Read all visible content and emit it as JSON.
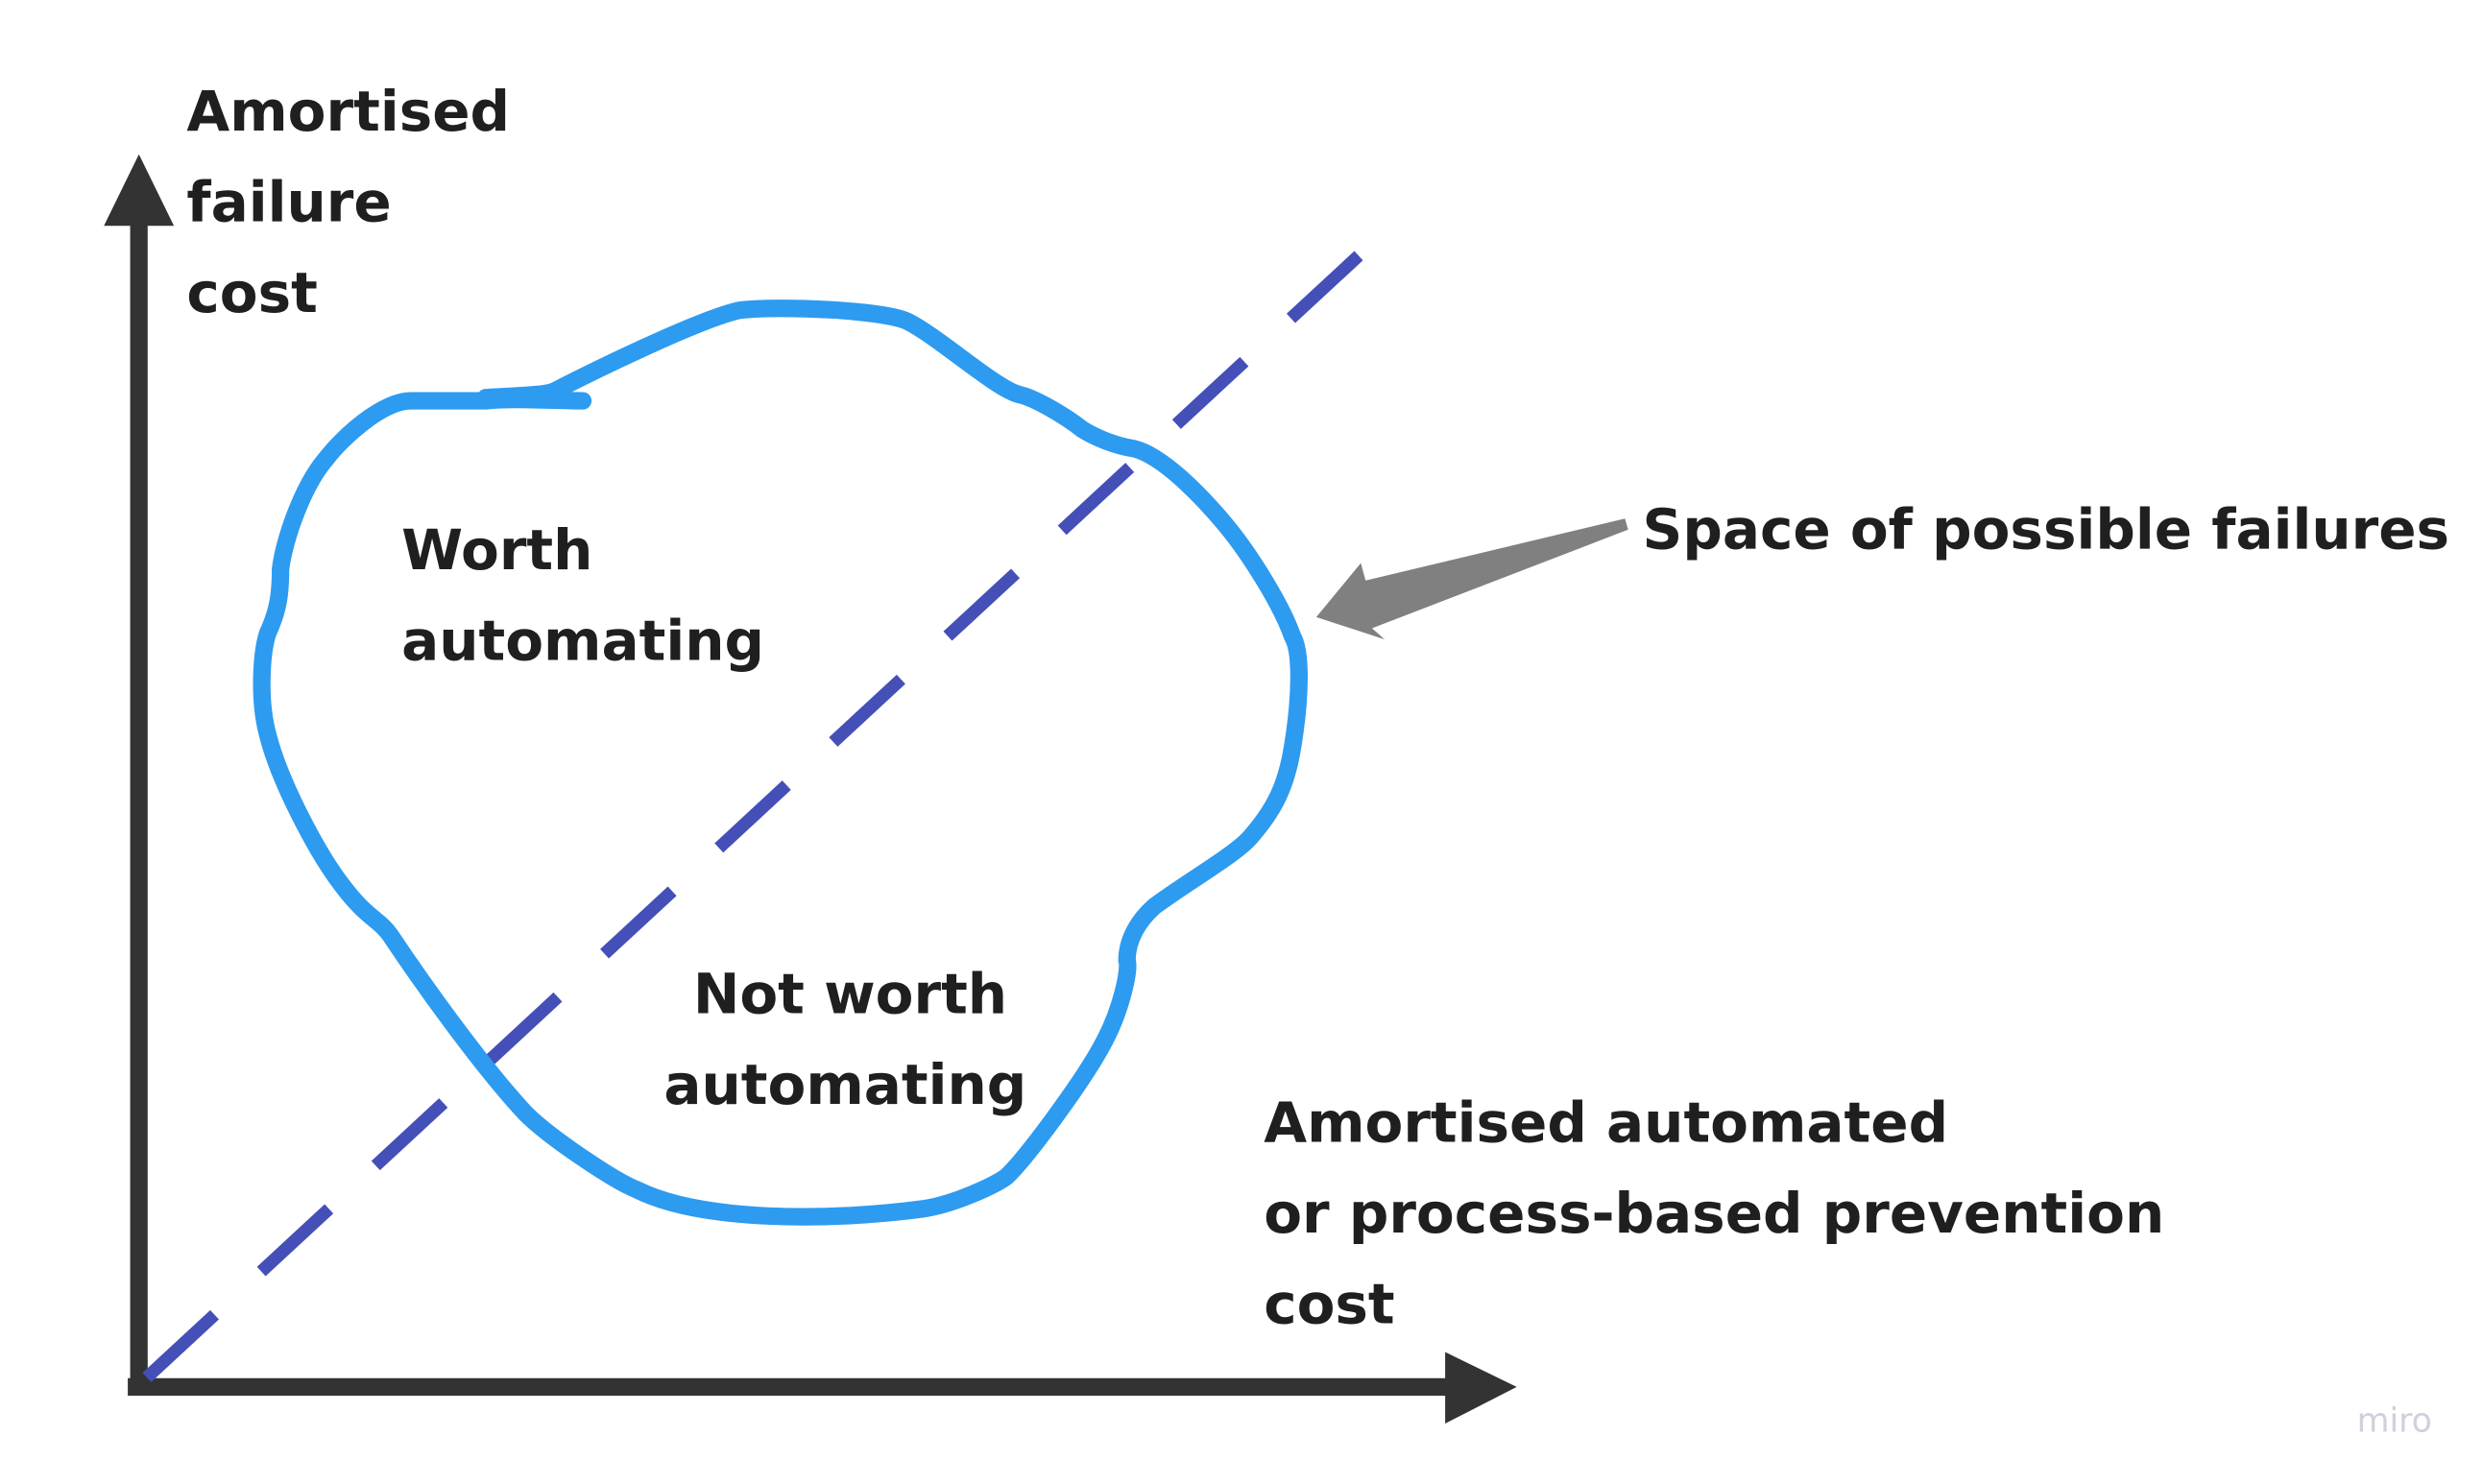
{
  "y_axis_label": [
    "Amortised",
    "failure",
    "cost"
  ],
  "x_axis_label": [
    "Amortised automated",
    "or process-based prevention",
    "cost"
  ],
  "region_labels": {
    "above": [
      "Worth",
      "automating"
    ],
    "below": [
      "Not worth",
      "automating"
    ]
  },
  "callout": "Space of possible failures",
  "watermark": "miro",
  "colors": {
    "axis": "#333333",
    "blob": "#2d9bf0",
    "diagonal": "#4450b8",
    "arrow": "#808080",
    "text": "#1f1f1f"
  }
}
